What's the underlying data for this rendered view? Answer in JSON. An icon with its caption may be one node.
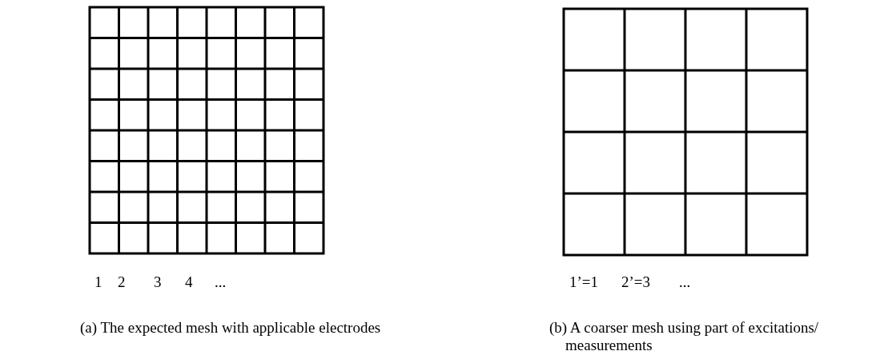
{
  "diagram": {
    "labels": [
      "1",
      "2",
      "3",
      "4",
      "...",
      "1’=1",
      "2’=3",
      "...",
      "(a) The expected mesh with applicable electrodes",
      "(b) A coarser mesh using part of excitations/ measurements"
    ]
  }
}
